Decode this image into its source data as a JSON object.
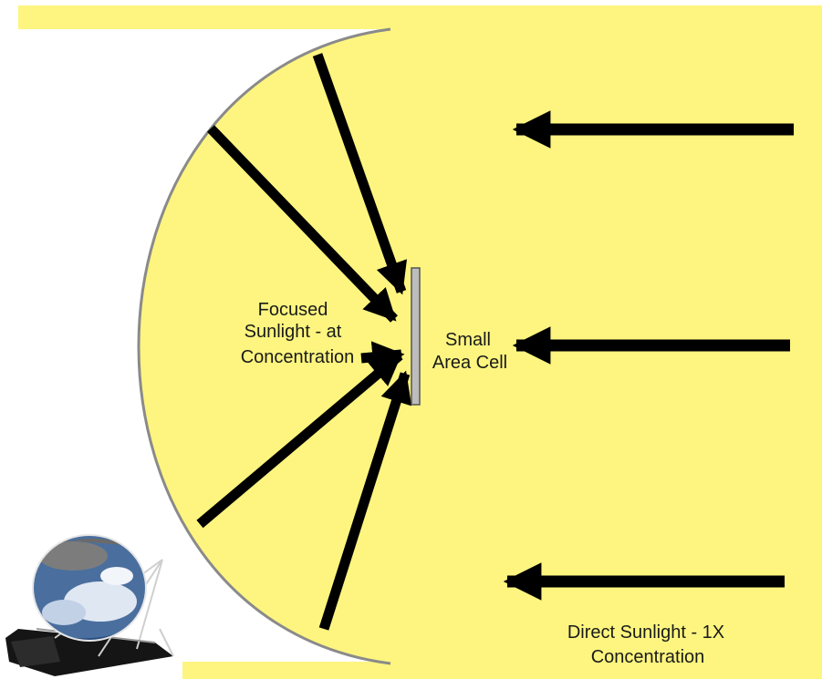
{
  "labels": {
    "focused_line1": "Focused",
    "focused_line2": "Sunlight - at",
    "focused_line3": "Concentration",
    "cell_line1": "Small",
    "cell_line2": "Area Cell",
    "direct_line1": "Direct Sunlight - 1X",
    "direct_line2": "Concentration"
  },
  "colors": {
    "background": "#ffffff",
    "sunlight_fill": "#fdf57f",
    "mirror_stroke": "#8a8a8a",
    "arrow": "#000000",
    "cell_fill": "#bdbdbd",
    "cell_stroke": "#555555"
  },
  "icons": {
    "dish": "solar-dish-concentrator-icon"
  }
}
